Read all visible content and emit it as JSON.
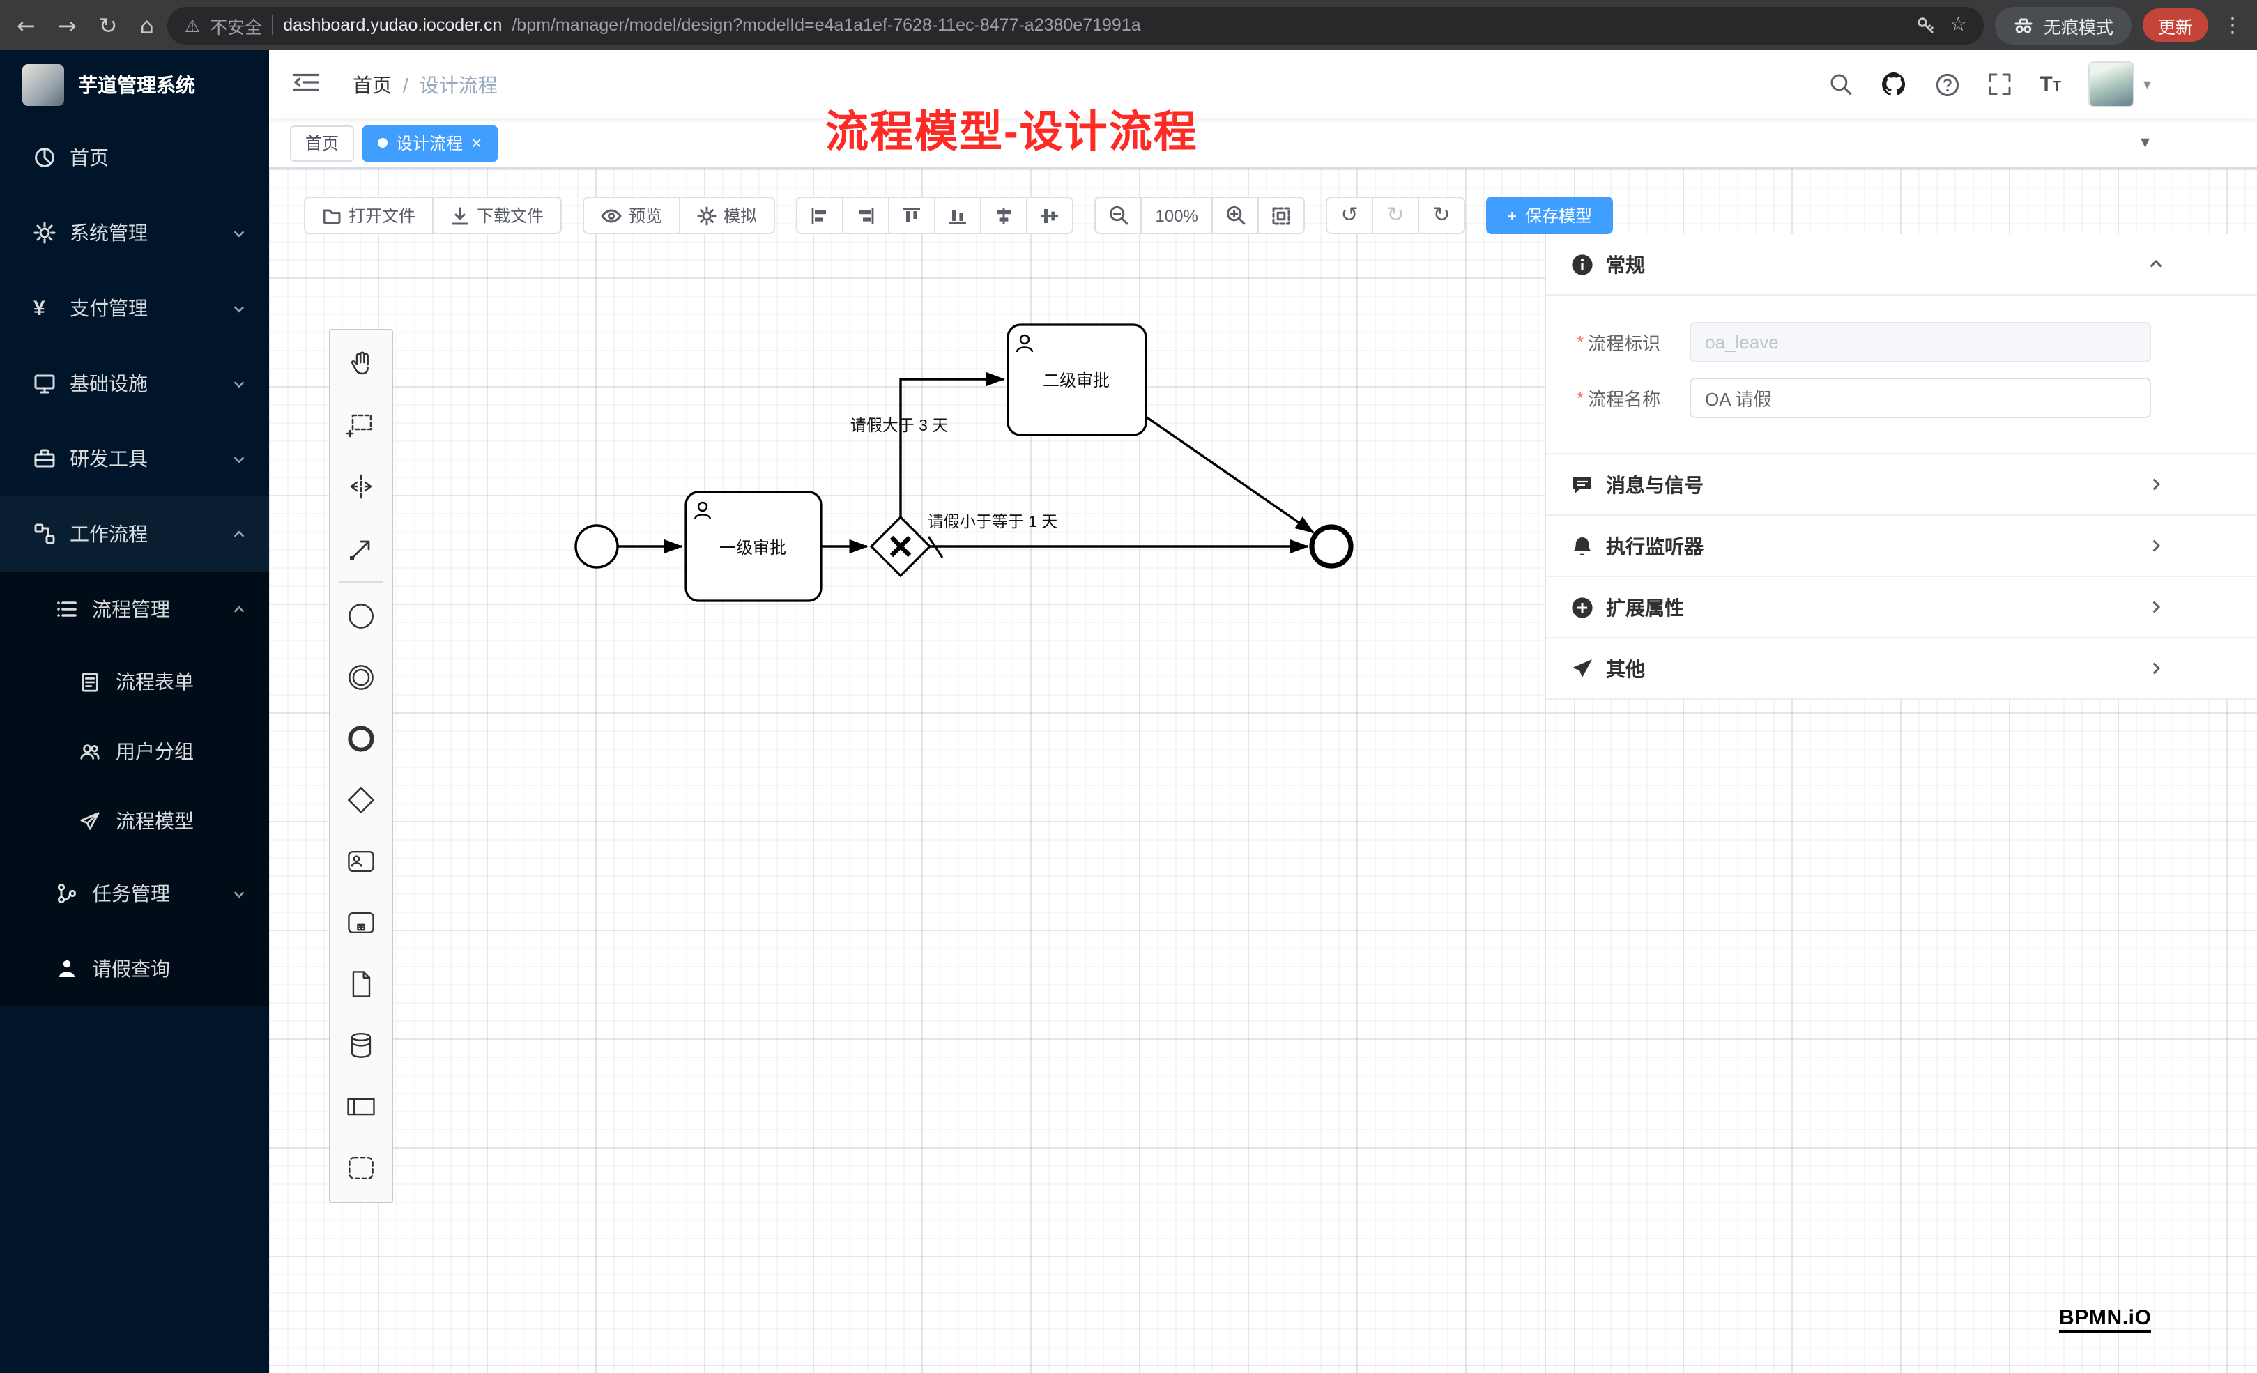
{
  "browser": {
    "security": "不安全",
    "url_host": "dashboard.yudao.iocoder.cn",
    "url_path": "/bpm/manager/model/design?modelId=e4a1a1ef-7628-11ec-8477-a2380e71991a",
    "incognito": "无痕模式",
    "update": "更新"
  },
  "icons": {
    "back": "←",
    "forward": "→",
    "reload": "↻",
    "home": "⌂",
    "warning": "⚠",
    "star": "☆",
    "menu_dots": "⋮",
    "caret": "▾",
    "close": "×",
    "plus": "+",
    "undo": "↺",
    "redo": "↻",
    "reset": "↻",
    "font_large": "T",
    "font_small": "T"
  },
  "sidebar": {
    "app_title": "芋道管理系统",
    "items": [
      {
        "label": "首页"
      },
      {
        "label": "系统管理"
      },
      {
        "label": "支付管理"
      },
      {
        "label": "基础设施"
      },
      {
        "label": "研发工具"
      },
      {
        "label": "工作流程"
      },
      {
        "label": "流程管理"
      },
      {
        "label": "流程表单"
      },
      {
        "label": "用户分组"
      },
      {
        "label": "流程模型"
      },
      {
        "label": "任务管理"
      },
      {
        "label": "请假查询"
      }
    ]
  },
  "header": {
    "breadcrumb": {
      "home": "首页",
      "sep": "/",
      "current": "设计流程"
    }
  },
  "tabs": {
    "home": "首页",
    "active": "设计流程"
  },
  "annotation": "流程模型-设计流程",
  "toolbar": {
    "open_file": "打开文件",
    "download_file": "下载文件",
    "preview": "预览",
    "simulate": "模拟",
    "zoom_level": "100%",
    "save_model": "保存模型"
  },
  "diagram": {
    "task_level1": "一级审批",
    "task_level2": "二级审批",
    "flow_gt": "请假大于 3 天",
    "flow_lte": "请假小于等于 1 天"
  },
  "panel": {
    "required_marker": "*",
    "general": {
      "title": "常规",
      "process_id": {
        "label": "流程标识",
        "value": "oa_leave"
      },
      "process_name": {
        "label": "流程名称",
        "value": "OA 请假"
      }
    },
    "sections": [
      {
        "title": "消息与信号"
      },
      {
        "title": "执行监听器"
      },
      {
        "title": "扩展属性"
      },
      {
        "title": "其他"
      }
    ]
  },
  "watermark": "BPMN.iO"
}
